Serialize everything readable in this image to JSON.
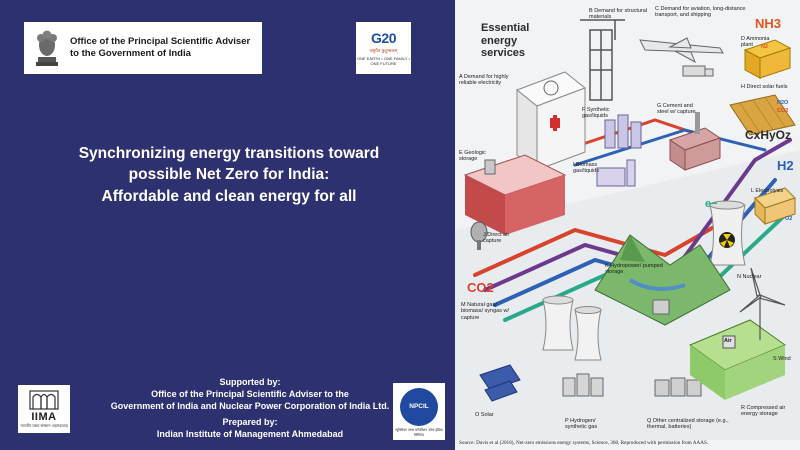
{
  "header": {
    "office_line1": "Office of the Principal Scientific Adviser",
    "office_line2": "to the Government of India",
    "g20_logo": "G20",
    "g20_hindi": "वसुधैव कुटुम्बकम्",
    "g20_tagline": "ONE EARTH • ONE FAMILY • ONE FUTURE"
  },
  "title": {
    "line1": "Synchronizing energy transitions toward",
    "line2": "possible Net Zero for India:",
    "line3": "Affordable and clean energy for all"
  },
  "footer": {
    "supported_by": "Supported by:",
    "supporter_line1": "Office of the Principal Scientific Adviser to the",
    "supporter_line2": "Government of India and Nuclear Power Corporation of India Ltd.",
    "prepared_by": "Prepared by:",
    "preparer": "Indian Institute of Management Ahmedabad",
    "iima_logo": "IIMA",
    "iima_hindi": "भारतीय प्रबंध संस्थान अहमदाबाद",
    "npcil_logo": "NPCIL",
    "npcil_caption": "न्यूक्लियर पावर कॉर्पोरेशन ऑफ इंडिया लिमिटेड"
  },
  "infographic": {
    "heading": "Essential energy services",
    "labels": {
      "A": "A  Demand for highly reliable electricity",
      "B": "B  Demand for structural materials",
      "C": "C  Demand for aviation, long-distance transport, and shipping",
      "D": "D  Ammonia plant",
      "E": "E  Geologic storage",
      "F": "F  Synthetic gas/liquids",
      "G": "G  Cement and steel w/ capture",
      "H": "H  Direct solar fuels",
      "I": "I  Biomass gas/liquids",
      "J": "J  Direct air capture",
      "K": "K  Hydropower/ pumped storage",
      "L": "L  Electrolysis",
      "M": "M  Natural gas/ biomass/ syngas w/ capture",
      "N": "N  Nuclear",
      "O": "O  Solar",
      "P": "P  Hydrogen/ synthetic gas",
      "Q": "Q  Other centralized storage (e.g., thermal, batteries)",
      "R": "R  Compressed air energy storage",
      "S": "S  Wind"
    },
    "chem_nh3": "NH3",
    "chem_h2": "H2",
    "chem_co2": "CO2",
    "chem_cxhyoz": "CxHyOz",
    "chem_eminus": "e−",
    "small_h2o": "H2O",
    "small_co2": "CO2",
    "small_o2": "O2",
    "small_n2": "N2",
    "air_tag": "Air"
  },
  "source_note": "Source: Davis et al (2018), Net-zero emissions energy systems, Science, 360, Reproduced with permission from AAAS.",
  "colors": {
    "left_bg": "#2e3170",
    "co2_line": "#d8432e",
    "h2_line": "#2c61b5",
    "electric_line": "#2aa88a",
    "hydrocarbon_line": "#6b3a8e",
    "nh3_color": "#e2571e"
  }
}
